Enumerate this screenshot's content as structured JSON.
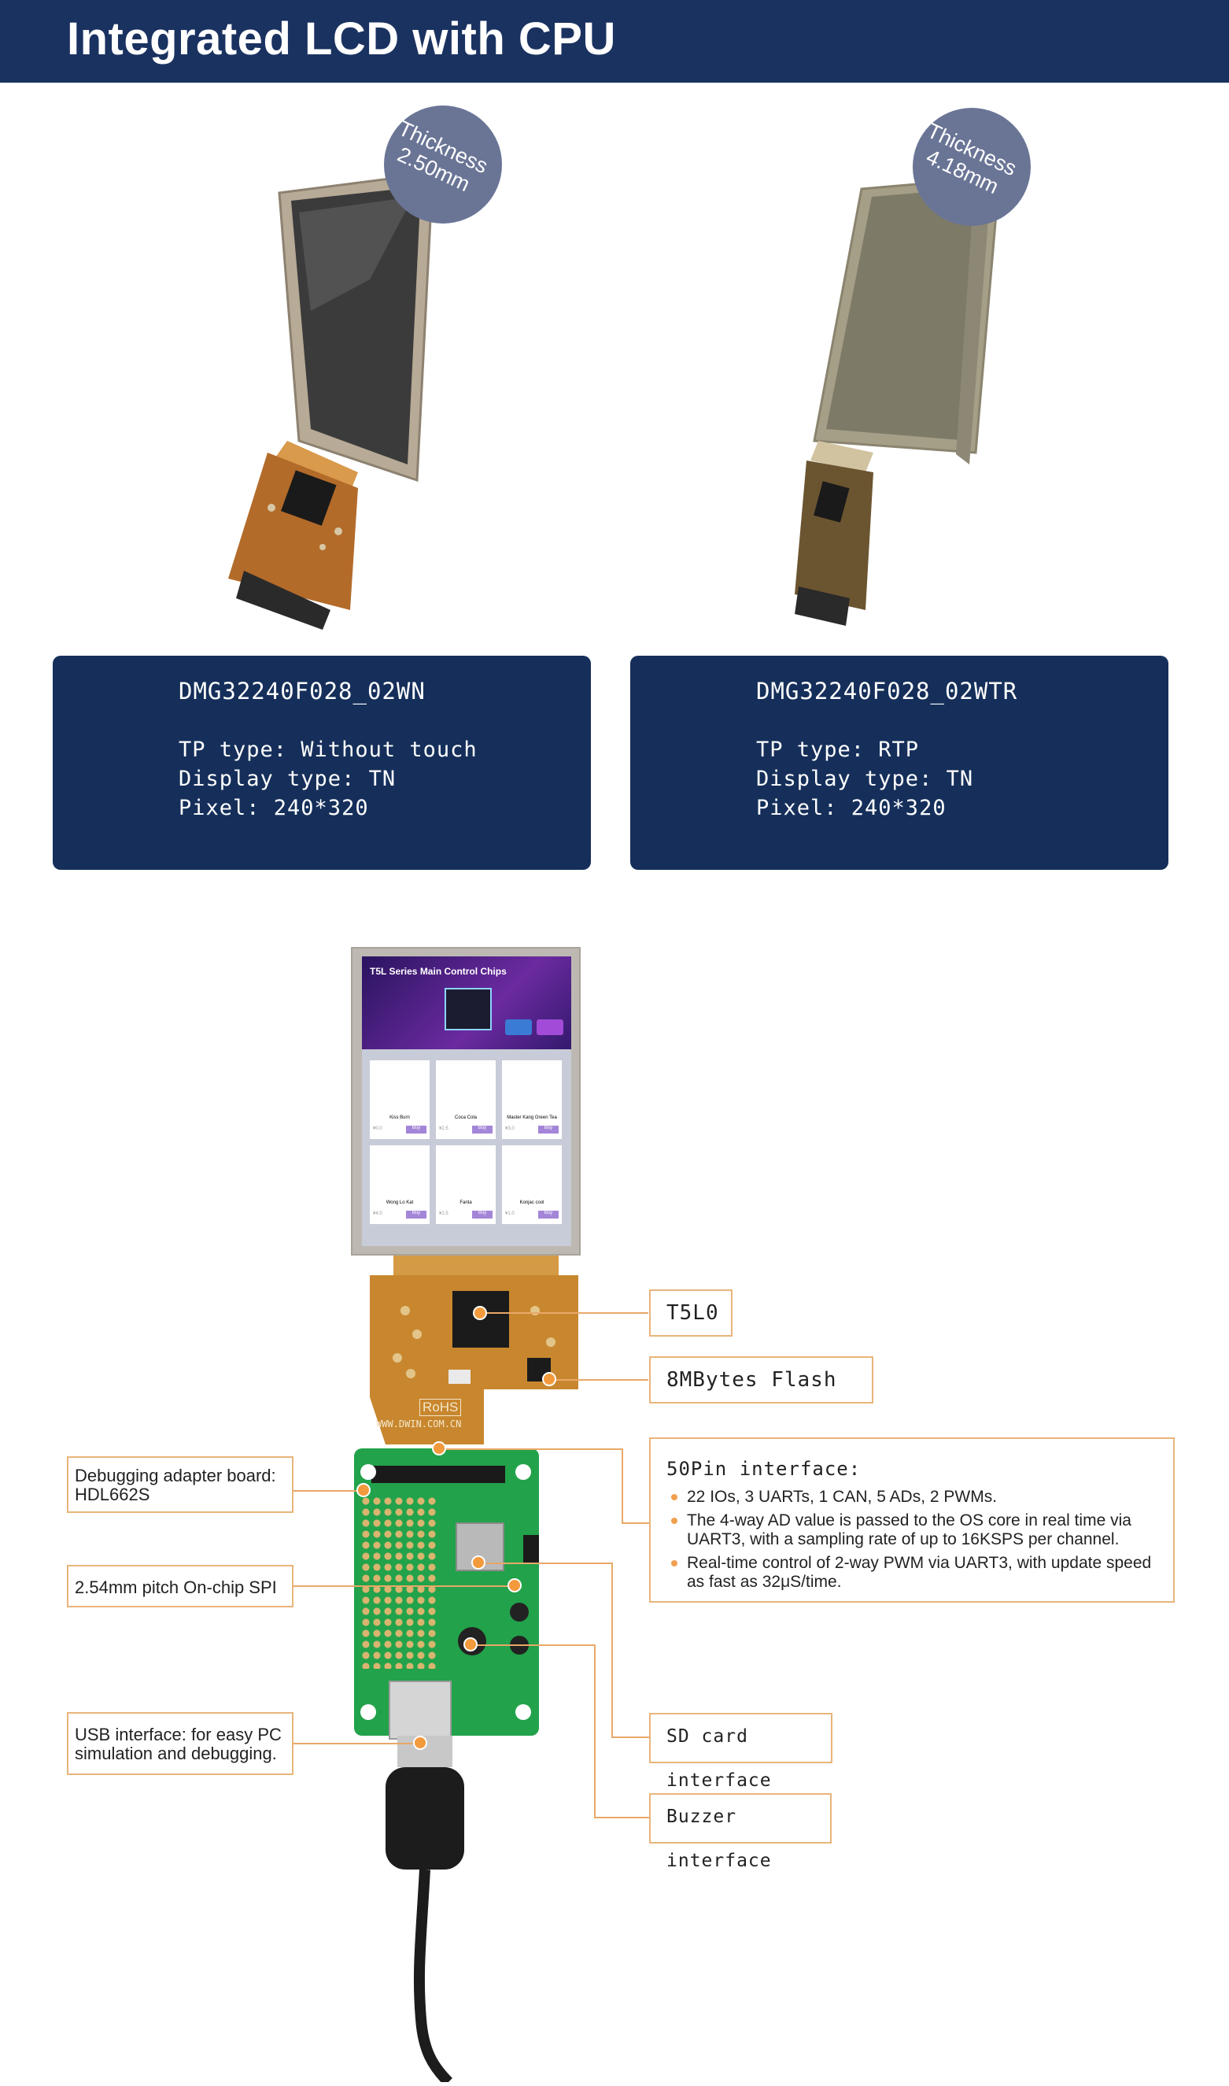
{
  "banner": {
    "title": "Integrated LCD with CPU"
  },
  "products": [
    {
      "thickness_label": "Thickness",
      "thickness_value": "2.50mm",
      "model": "DMG32240F028_02WN",
      "tp_type": "TP type: Without touch",
      "display_type": "Display type: TN",
      "pixel": "Pixel: 240*320"
    },
    {
      "thickness_label": "Thickness",
      "thickness_value": "4.18mm",
      "model": "DMG32240F028_02WTR",
      "tp_type": "TP type: RTP",
      "display_type": "Display type: TN",
      "pixel": "Pixel: 240*320"
    }
  ],
  "screen": {
    "title": "T5L Series Main Control Chips",
    "products": [
      {
        "name": "Kiss Burn",
        "price": "¥0.0",
        "buy": "Buy"
      },
      {
        "name": "Coca Cola",
        "price": "¥2.5",
        "buy": "Buy"
      },
      {
        "name": "Master Kang Green Tea",
        "price": "¥3.0",
        "buy": "Buy"
      },
      {
        "name": "Wong Lo Kat",
        "price": "¥4.0",
        "buy": "Buy"
      },
      {
        "name": "Fanta",
        "price": "¥2.5",
        "buy": "Buy"
      },
      {
        "name": "Konjac cool",
        "price": "¥1.0",
        "buy": "Buy"
      }
    ]
  },
  "board": {
    "rohs": "RoHS",
    "website": "WWW.DWIN.COM.CN"
  },
  "callouts": {
    "t5l0": "T5L0",
    "flash": "8MBytes Flash",
    "debug": [
      "Debugging adapter board:",
      "HDL662S"
    ],
    "spi": "2.54mm pitch On-chip SPI",
    "usb": [
      "USB interface:  for easy PC",
      "simulation and debugging."
    ],
    "sd": "SD card interface",
    "buzzer": "Buzzer interface",
    "interface_title": "50Pin interface:",
    "interface_items": [
      "22 IOs, 3 UARTs, 1 CAN, 5 ADs, 2 PWMs.",
      "The 4-way AD value is passed to the OS core in real time via UART3, with a sampling rate of up to 16KSPS per channel.",
      "Real-time control of 2-way PWM via UART3, with update speed as fast as 32μS/time."
    ]
  },
  "colors": {
    "navy": "#152f5a",
    "banner": "#1a3260",
    "accent_line": "#e8a868",
    "badge": "#6a7596",
    "dot": "#f39a3c"
  }
}
